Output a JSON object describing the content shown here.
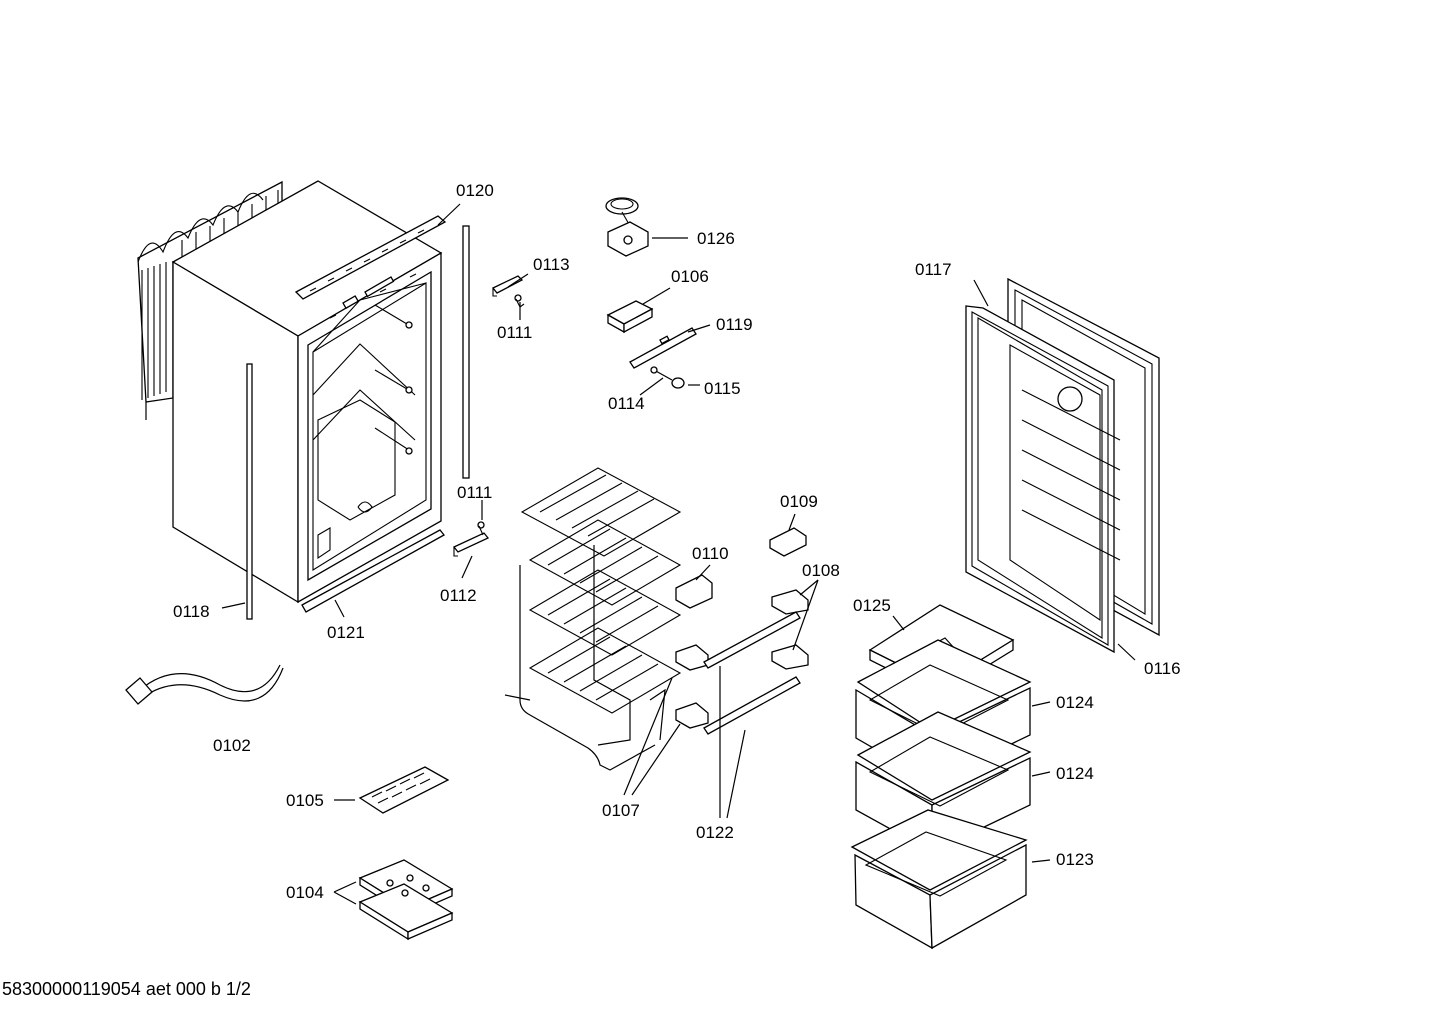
{
  "footer": "58300000119054 aet 000 b 1/2",
  "callouts": {
    "p0120": "0120",
    "p0126": "0126",
    "p0113": "0113",
    "p0111a": "0111",
    "p0106": "0106",
    "p0119": "0119",
    "p0114": "0114",
    "p0115": "0115",
    "p0117": "0117",
    "p0111b": "0111",
    "p0112": "0112",
    "p0109": "0109",
    "p0110": "0110",
    "p0108": "0108",
    "p0125": "0125",
    "p0116": "0116",
    "p0118": "0118",
    "p0121": "0121",
    "p0102": "0102",
    "p0124a": "0124",
    "p0124b": "0124",
    "p0105": "0105",
    "p0107": "0107",
    "p0122": "0122",
    "p0123": "0123",
    "p0104": "0104"
  }
}
